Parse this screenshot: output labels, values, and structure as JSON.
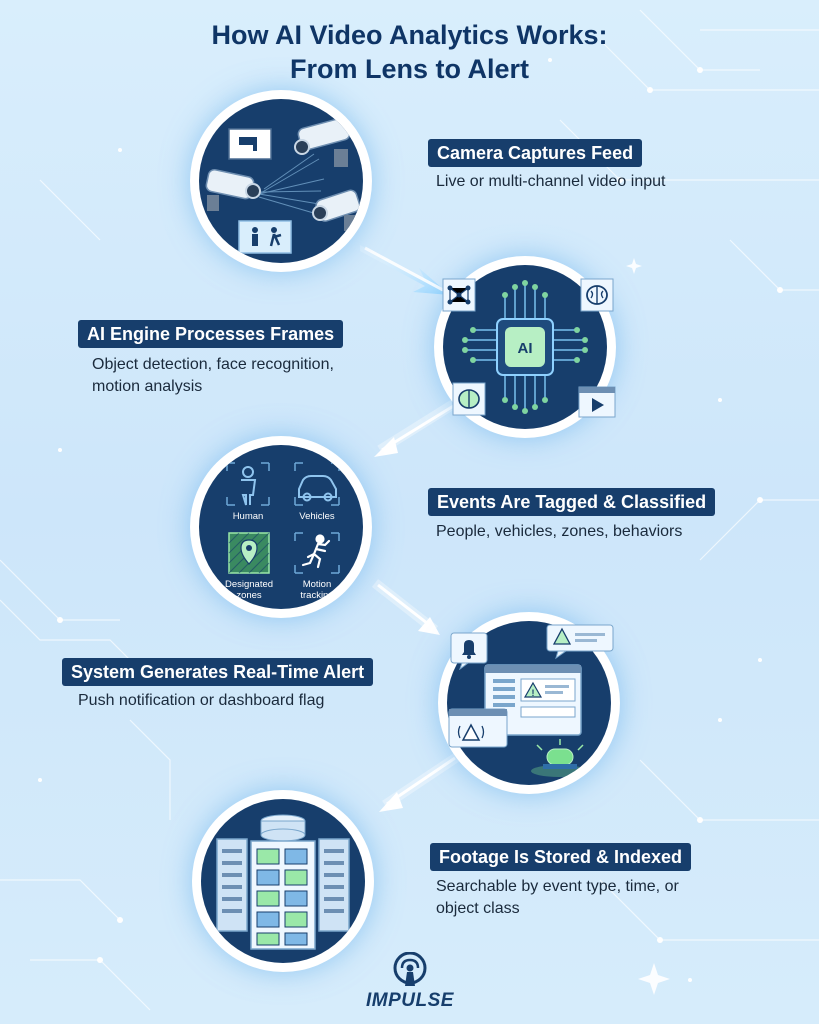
{
  "title": {
    "line1": "How AI Video Analytics Works:",
    "line2": "From Lens to Alert"
  },
  "steps": [
    {
      "label": "Camera Captures Feed",
      "description": "Live or multi-channel video input"
    },
    {
      "label": "AI Engine Processes Frames",
      "description_line1": "Object detection, face recognition,",
      "description_line2": "motion analysis",
      "chip_text": "AI"
    },
    {
      "label": "Events Are Tagged & Classified",
      "description": "People, vehicles, zones, behaviors",
      "tiles": [
        "Human",
        "Vehicles",
        "Designated",
        "zones",
        "Motion",
        "tracking"
      ]
    },
    {
      "label": "System Generates Real-Time Alert",
      "description": "Push notification or dashboard flag"
    },
    {
      "label": "Footage Is Stored & Indexed",
      "description_line1": "Searchable by event type, time, or",
      "description_line2": "object class"
    }
  ],
  "logo": {
    "text": "IMPULSE"
  },
  "colors": {
    "navy": "#173e6c",
    "background": "#d2e9fb",
    "accent": "#5fb7f0",
    "highlight": "#9ae8a8"
  }
}
